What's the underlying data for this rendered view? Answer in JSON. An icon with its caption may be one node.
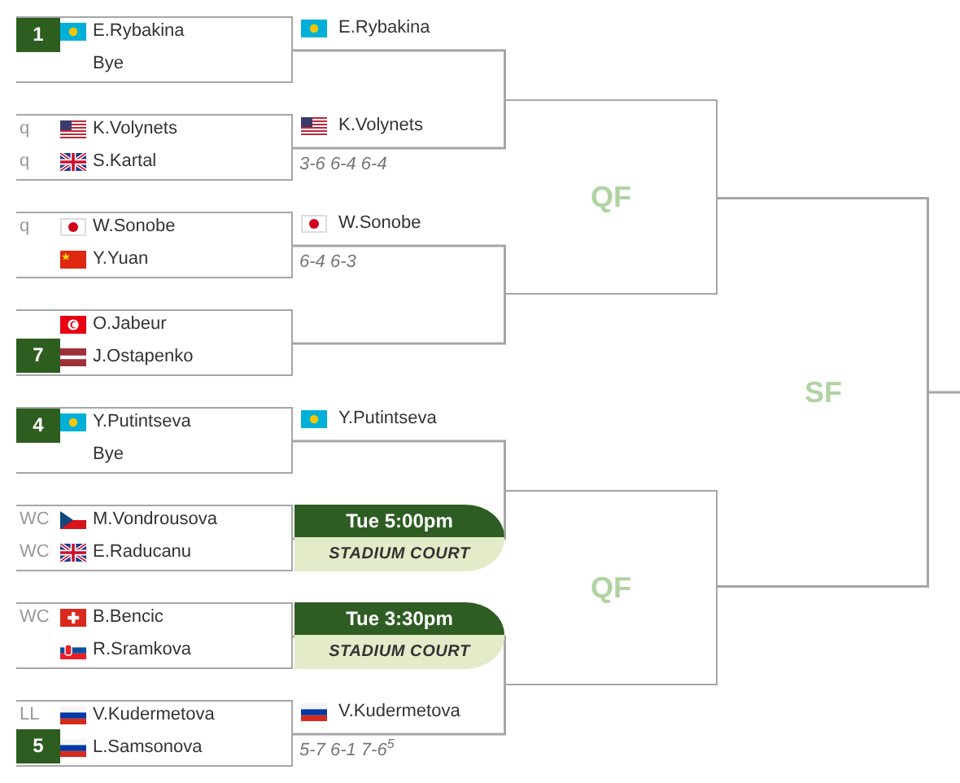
{
  "diagram": {
    "nodes": [
      {
        "text": [
          "1",
          "E.Rybakina",
          "Bye"
        ]
      },
      {
        "text": [
          "q",
          "K.Volynets",
          "q",
          "S.Kartal"
        ]
      },
      {
        "text": [
          "q",
          "W.Sonobe",
          "Y.Yuan"
        ]
      },
      {
        "text": [
          "O.Jabeur",
          "7",
          "J.Ostapenko"
        ]
      },
      {
        "text": [
          "4",
          "Y.Putintseva",
          "Bye"
        ]
      },
      {
        "text": [
          "WC",
          "M.Vondrousova",
          "WC",
          "E.Raducanu"
        ]
      },
      {
        "text": [
          "WC",
          "B.Bencic",
          "R.Sramkova"
        ]
      },
      {
        "text": [
          "LL",
          "V.Kudermetova",
          "5",
          "L.Samsonova"
        ]
      },
      {
        "text": [
          "E.Rybakina",
          "K.Volynets"
        ],
        "beside": [
          "3-6 6-4 6-4"
        ]
      },
      {
        "text": [
          "W.Sonobe",
          "6-4 6-3"
        ]
      },
      {
        "text": [
          "Y.Putintseva"
        ]
      },
      {
        "text": [
          "Tue 5:00pm",
          "STADIUM COURT"
        ]
      },
      {
        "text": [
          "V.Kudermetova"
        ],
        "beside": [
          "5-7 6-1 7-6$^{5}$"
        ]
      },
      {
        "text": [
          "Tue 3:30pm",
          "STADIUM COURT"
        ]
      },
      {
        "text": [
          "QF"
        ]
      },
      {
        "text": [
          "QF"
        ]
      },
      {
        "text": [
          "SF"
        ]
      }
    ]
  }
}
